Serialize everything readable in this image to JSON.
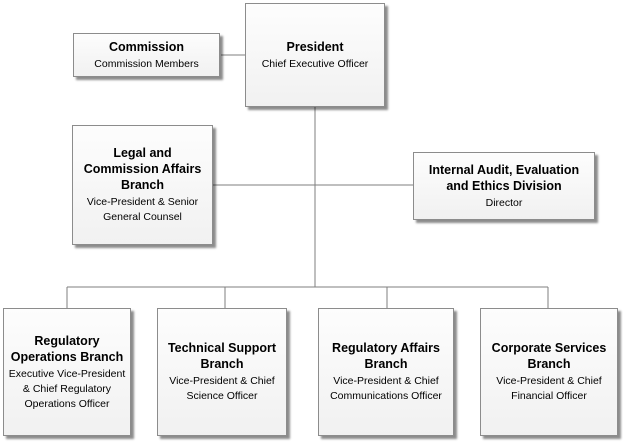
{
  "nodes": {
    "commission": {
      "title": "Commission",
      "subtitle": "Commission Members"
    },
    "president": {
      "title": "President",
      "subtitle": "Chief Executive Officer"
    },
    "legal": {
      "title": "Legal and Commission Affairs Branch",
      "subtitle": "Vice-President & Senior General Counsel"
    },
    "audit": {
      "title": "Internal Audit, Evaluation and Ethics Division",
      "subtitle": "Director"
    },
    "regops": {
      "title": "Regulatory Operations Branch",
      "subtitle": "Executive Vice-President & Chief Regulatory Operations Officer"
    },
    "techsupport": {
      "title": "Technical Support Branch",
      "subtitle": "Vice-President & Chief Science Officer"
    },
    "regaffairs": {
      "title": "Regulatory Affairs Branch",
      "subtitle": "Vice-President & Chief Communications Officer"
    },
    "corporate": {
      "title": "Corporate Services Branch",
      "subtitle": "Vice-President & Chief Financial Officer"
    }
  },
  "colors": {
    "box_border": "#8c8c8c",
    "connector": "#7f7f7f",
    "box_fill": "#f4f4f4"
  }
}
